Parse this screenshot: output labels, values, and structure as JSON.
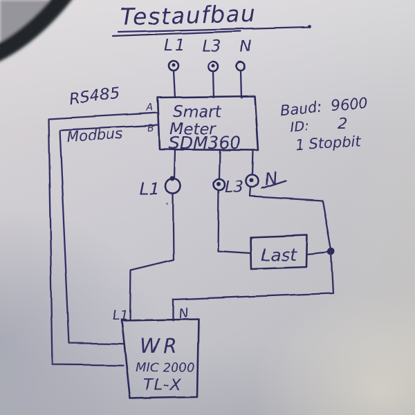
{
  "photo": {
    "ink_color": "#302e62",
    "paper_color": "#d0ced4",
    "cable_color": "#24252b"
  },
  "title": {
    "text": "Testaufbau"
  },
  "supply_labels": {
    "l1": "L1",
    "l3": "L3",
    "n": "N"
  },
  "meter": {
    "line1": "Smart",
    "line2": "Meter",
    "line3": "SDM360",
    "terminal_a": "A",
    "terminal_b": "B"
  },
  "bus": {
    "rs485": "RS485",
    "modbus": "Modbus"
  },
  "comm": {
    "baud_label": "Baud:",
    "baud_value": "9600",
    "id_label": "ID:",
    "id_value": "2",
    "stopbits": "1 Stopbit"
  },
  "meter_outputs": {
    "l1": "L1",
    "l3": "L3",
    "n": "N"
  },
  "load": {
    "label": "Last"
  },
  "inverter": {
    "input_l1": "L1",
    "input_n": "N",
    "line1": "WR",
    "line2": "MIC 2000",
    "line3": "TL-X"
  }
}
